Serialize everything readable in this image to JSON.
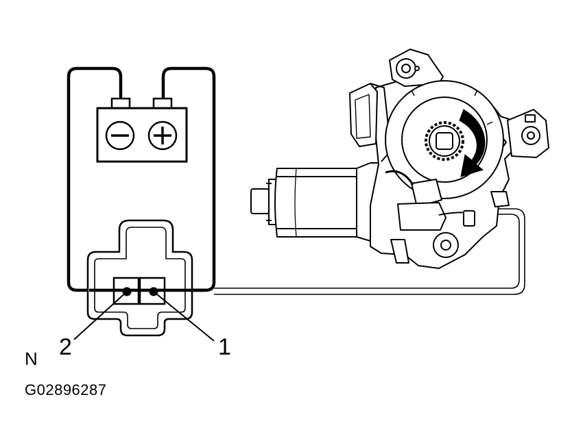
{
  "labels": {
    "pin_2": "2",
    "pin_1": "1",
    "corner": "N",
    "figure_code": "G02896287"
  },
  "icons": {
    "battery_negative": "minus-icon",
    "battery_positive": "plus-icon",
    "rotation": "clockwise-arrow-icon"
  },
  "colors": {
    "line": "#000000",
    "background": "#ffffff"
  }
}
